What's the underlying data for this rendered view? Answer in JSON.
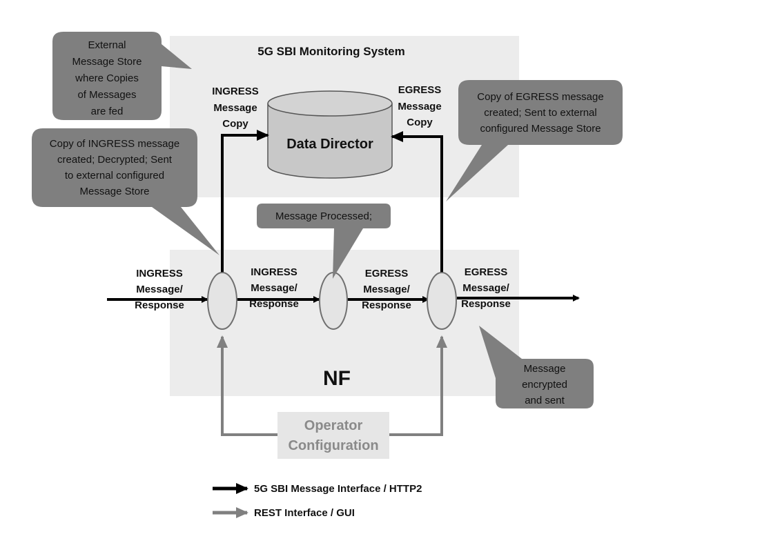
{
  "monitoring_system": {
    "title": "5G SBI Monitoring System"
  },
  "data_director": {
    "label": "Data Director"
  },
  "nf": {
    "label": "NF"
  },
  "operator_config": {
    "line1": "Operator",
    "line2": "Configuration"
  },
  "callouts": {
    "external_store": [
      "External",
      "Message Store",
      "where Copies",
      "of Messages",
      "are fed"
    ],
    "ingress_copy": [
      "Copy of INGRESS message",
      "created; Decrypted; Sent",
      "to external configured",
      "Message Store"
    ],
    "egress_copy": [
      "Copy of EGRESS message",
      "created; Sent to external",
      "configured Message Store"
    ],
    "processed": [
      "Message Processed;"
    ],
    "encrypted": [
      "Message",
      "encrypted",
      "and sent"
    ]
  },
  "flow_labels": {
    "ingress_in": [
      "INGRESS",
      "Message/",
      "Response"
    ],
    "ingress_mid": [
      "INGRESS",
      "Message/",
      "Response"
    ],
    "egress_mid": [
      "EGRESS",
      "Message/",
      "Response"
    ],
    "egress_out": [
      "EGRESS",
      "Message/",
      "Response"
    ],
    "ingress_copy": [
      "INGRESS",
      "Message",
      "Copy"
    ],
    "egress_copy": [
      "EGRESS",
      "Message",
      "Copy"
    ]
  },
  "legend": {
    "sbi": "5G SBI Message Interface / HTTP2",
    "rest": "REST Interface / GUI"
  },
  "colors": {
    "panel": "#ececec",
    "callout": "#7f7f7f",
    "cylinder": "#c8c8c8",
    "rest_arrow": "#808080",
    "sbi_arrow": "#000000",
    "config_box": "#e6e6e6",
    "config_text": "#8a8a8a"
  }
}
